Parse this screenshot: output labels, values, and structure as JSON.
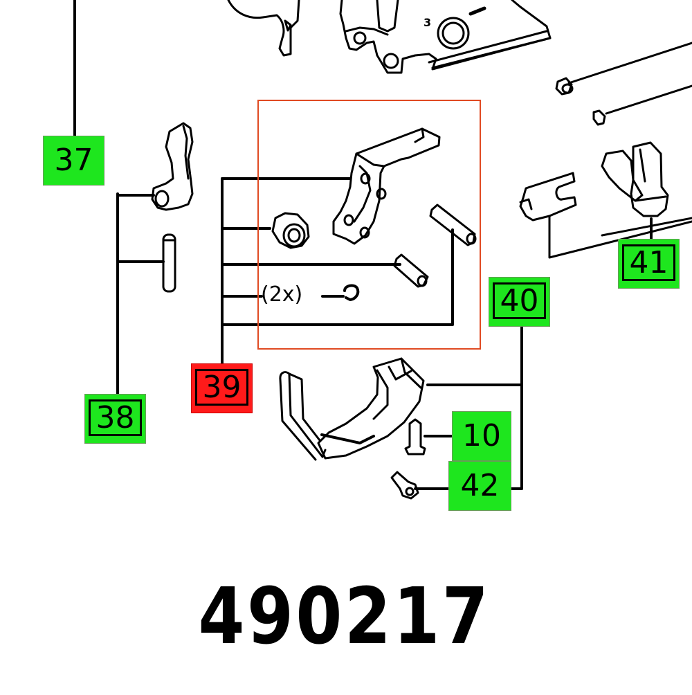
{
  "diagram": {
    "type": "exploded-parts-diagram",
    "part_number": "490217",
    "highlight_color": "#e04a22",
    "label_colors": {
      "default": "#1ee61e",
      "selected": "#ff1a1a"
    },
    "labels": [
      {
        "id": "37",
        "text": "37",
        "state": "default",
        "bordered": false
      },
      {
        "id": "38",
        "text": "38",
        "state": "default",
        "bordered": true
      },
      {
        "id": "39",
        "text": "39",
        "state": "selected",
        "bordered": true
      },
      {
        "id": "40",
        "text": "40",
        "state": "default",
        "bordered": true
      },
      {
        "id": "41",
        "text": "41",
        "state": "default",
        "bordered": true
      },
      {
        "id": "10",
        "text": "10",
        "state": "default",
        "bordered": false
      },
      {
        "id": "42",
        "text": "42",
        "state": "default",
        "bordered": false
      }
    ],
    "quantity_note": "(2x)",
    "parts": [
      {
        "name": "bracket-assembly-top",
        "group": "top"
      },
      {
        "name": "curved-lever",
        "group": "38"
      },
      {
        "name": "dowel-pin",
        "group": "38"
      },
      {
        "name": "hinge-bracket",
        "group": "39"
      },
      {
        "name": "bushing-roller",
        "group": "39"
      },
      {
        "name": "short-pin",
        "group": "39"
      },
      {
        "name": "retaining-clip",
        "group": "39",
        "quantity": "(2x)"
      },
      {
        "name": "long-pin",
        "group": "39"
      },
      {
        "name": "guide-shoe",
        "group": "40"
      },
      {
        "name": "shoulder-screw",
        "group": "10"
      },
      {
        "name": "socket-cap-screw",
        "group": "42"
      },
      {
        "name": "switch-housing",
        "group": "41"
      },
      {
        "name": "forked-clip",
        "group": "41"
      },
      {
        "name": "cable-end-large",
        "group": "top-right"
      },
      {
        "name": "cable-end-small",
        "group": "top-right"
      }
    ]
  }
}
